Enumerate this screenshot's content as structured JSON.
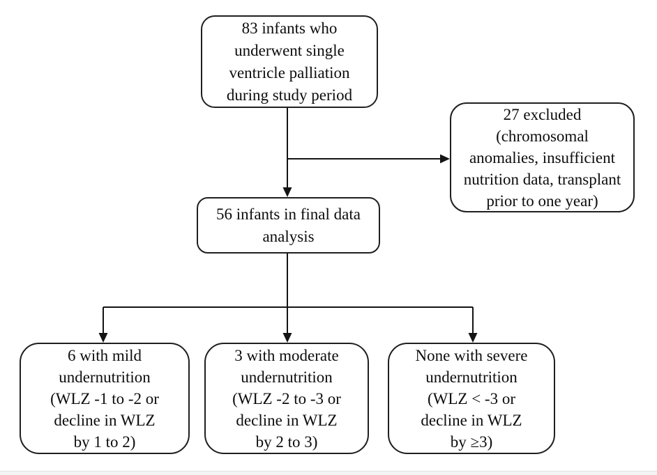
{
  "figure": {
    "type": "flowchart",
    "background_color": "#ffffff",
    "box_border_color": "#1f1f1f",
    "arrow_color": "#141414",
    "boxes": {
      "initial": {
        "text": "83 infants who\nunderwent single\nventricle palliation\nduring study period"
      },
      "excluded": {
        "text": "27 excluded\n(chromosomal\nanomalies, insufficient\nnutrition data, transplant\nprior to one year)"
      },
      "final": {
        "text": "56 infants in final data\nanalysis"
      },
      "mild": {
        "text": "6 with mild\nundernutrition\n(WLZ -1 to -2 or\ndecline in WLZ\nby 1 to 2)"
      },
      "moderate": {
        "text": "3 with moderate\nundernutrition\n(WLZ -2 to -3 or\ndecline in WLZ\nby 2 to 3)"
      },
      "severe": {
        "text": "None with severe\nundernutrition\n(WLZ < -3 or\ndecline in WLZ\nby ≥3)"
      }
    }
  }
}
